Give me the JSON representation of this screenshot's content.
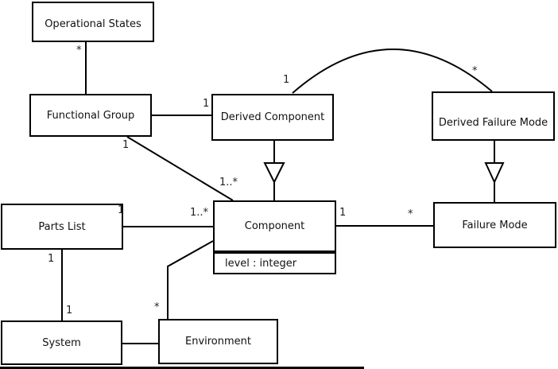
{
  "diagram": {
    "classes": {
      "operational_states": {
        "label": "Operational States"
      },
      "functional_group": {
        "label": "Functional Group"
      },
      "derived_component": {
        "label": "Derived Component"
      },
      "derived_failure_mode": {
        "label": "Derived Failure Mode"
      },
      "parts_list": {
        "label": "Parts List"
      },
      "component": {
        "label": "Component",
        "attributes": "level : integer"
      },
      "failure_mode": {
        "label": "Failure Mode"
      },
      "system": {
        "label": "System"
      },
      "environment": {
        "label": "Environment"
      }
    },
    "multiplicities": {
      "operational_states_end": "*",
      "fg_derived_component_end": "1",
      "fg_component_source": "1",
      "fg_component_target": "1..*",
      "arc_derived_component_end": "1",
      "arc_derived_failure_mode_end": "*",
      "parts_list_component_source": "1",
      "parts_list_component_target": "1..*",
      "component_failure_mode_source": "1",
      "component_failure_mode_target": "*",
      "parts_list_system_source": "1",
      "parts_list_system_target": "1",
      "environment_component_end": "*"
    },
    "colors": {
      "line": "#000000",
      "box_background": "#ffffff",
      "text": "#111111",
      "page_background": "#ffffff"
    }
  }
}
